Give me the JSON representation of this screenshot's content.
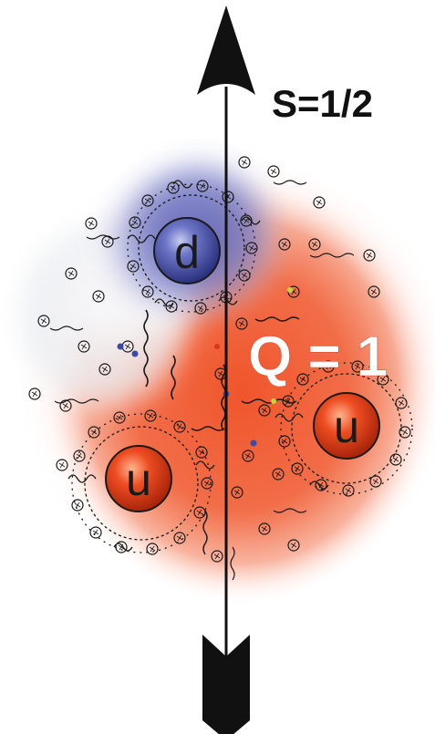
{
  "spin_label": "S=1/2",
  "charge_label": "Q = 1",
  "quarks": [
    {
      "flavor": "d",
      "color": "#4c58a8"
    },
    {
      "flavor": "u",
      "color": "#e8401c"
    },
    {
      "flavor": "u",
      "color": "#e8401c"
    }
  ],
  "palette": {
    "red_cloud": "#ef5a32",
    "blue_cloud": "#6a73c4",
    "arrow": "#111111",
    "gluon_line": "#1a1a1a"
  },
  "icons": {
    "spin_arrow": "arrow-up-icon",
    "arrow_fletching": "arrow-fletching-icon"
  }
}
